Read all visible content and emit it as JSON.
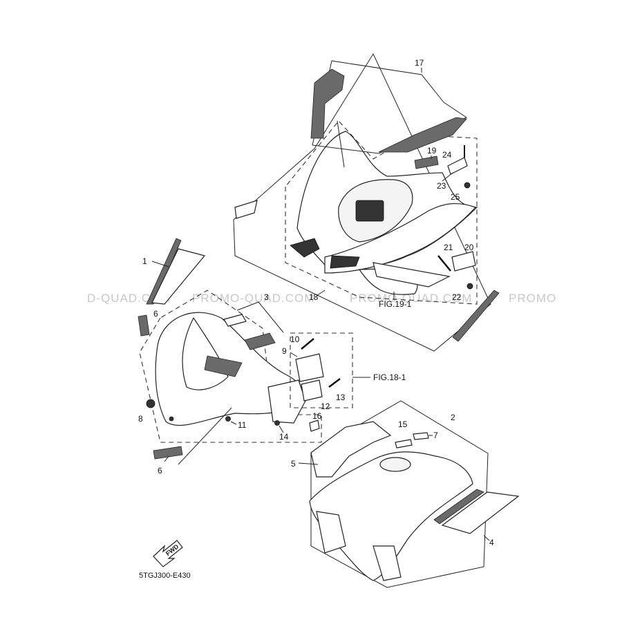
{
  "watermark": {
    "left": "D-QUAD.COM",
    "center_left": "PROMO-QUAD.COM",
    "center_right": "PROMO-QUAD.COM",
    "right": "PROMO"
  },
  "figure_refs": {
    "fig_19_1": "FIG.19-1",
    "fig_18_1": "FIG.18-1"
  },
  "diagram_code": "5TGJ300-E430",
  "fwd_label": "FWD",
  "callouts": {
    "c1": "1",
    "c2": "2",
    "c3": "3",
    "c4": "4",
    "c5": "5",
    "c6a": "6",
    "c6b": "6",
    "c7": "7",
    "c8": "8",
    "c9": "9",
    "c10": "10",
    "c11": "11",
    "c12": "12",
    "c13": "13",
    "c14": "14",
    "c15": "15",
    "c16": "16",
    "c17": "17",
    "c18": "18",
    "c19": "19",
    "c20": "20",
    "c21": "21",
    "c22": "22",
    "c23": "23",
    "c24": "24",
    "c25": "25"
  }
}
